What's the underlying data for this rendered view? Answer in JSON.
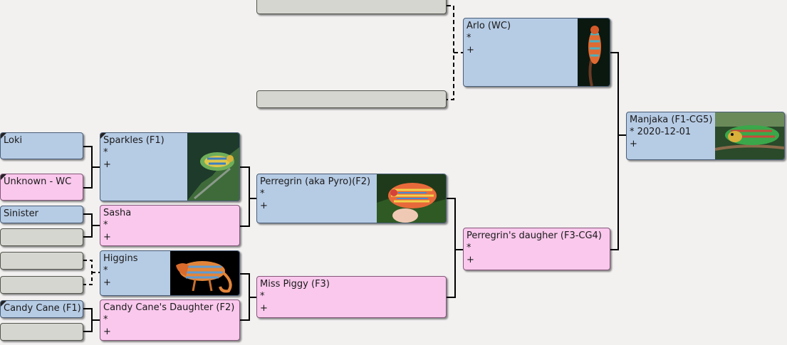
{
  "people": {
    "arlo": {
      "name": "Arlo (WC)",
      "line2": "*",
      "line3": "+",
      "photo": "chameleon-photo"
    },
    "manjaka": {
      "name": "Manjaka (F1-CG5)",
      "line2": "* 2020-12-01",
      "line3": "+",
      "photo": "chameleon-photo"
    },
    "sparkles": {
      "name": "Sparkles (F1)",
      "line2": "*",
      "line3": "+",
      "photo": "chameleon-photo"
    },
    "perregrin": {
      "name": "Perregrin (aka Pyro)(F2)",
      "line2": "*",
      "line3": "+",
      "photo": "chameleon-photo"
    },
    "sasha": {
      "name": "Sasha",
      "line2": "*",
      "line3": "+"
    },
    "perregrins_daughter": {
      "name": "Perregrin's daugher (F3-CG4)",
      "line2": "*",
      "line3": "+"
    },
    "higgins": {
      "name": "Higgins",
      "line2": "*",
      "line3": "+",
      "photo": "chameleon-photo"
    },
    "miss_piggy": {
      "name": "Miss Piggy (F3)",
      "line2": "*",
      "line3": "+"
    },
    "candy_canes_daughter": {
      "name": "Candy Cane's Daughter (F2)",
      "line2": "*",
      "line3": "+"
    },
    "loki": {
      "name": "Loki"
    },
    "unknown_wc": {
      "name": "Unknown - WC"
    },
    "sinister": {
      "name": "Sinister"
    },
    "candy_cane": {
      "name": "Candy Cane (F1)"
    }
  },
  "colors": {
    "male": "#b6cbe4",
    "female": "#f9c8ec",
    "unknown": "#d4d6cf",
    "background": "#f2f1f0",
    "connector": "#000000"
  }
}
